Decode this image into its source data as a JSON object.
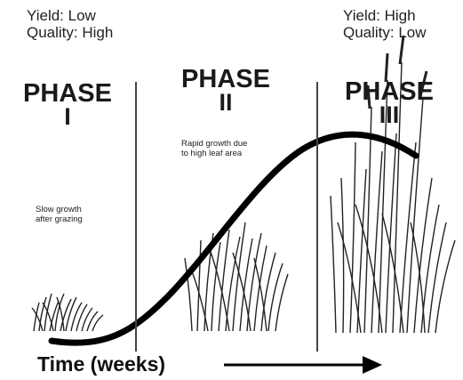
{
  "top_left": {
    "line1": "Yield: Low",
    "line2": "Quality: High"
  },
  "top_right": {
    "line1": "Yield: High",
    "line2": "Quality: Low"
  },
  "phases": [
    {
      "word": "PHASE",
      "numeral": "I",
      "note": "Slow growth\nafter grazing"
    },
    {
      "word": "PHASE",
      "numeral": "II",
      "note": "Rapid growth due\nto high leaf area"
    },
    {
      "word": "PHASE",
      "numeral": "III",
      "note": ""
    }
  ],
  "axis": {
    "label": "Time (weeks)"
  }
}
